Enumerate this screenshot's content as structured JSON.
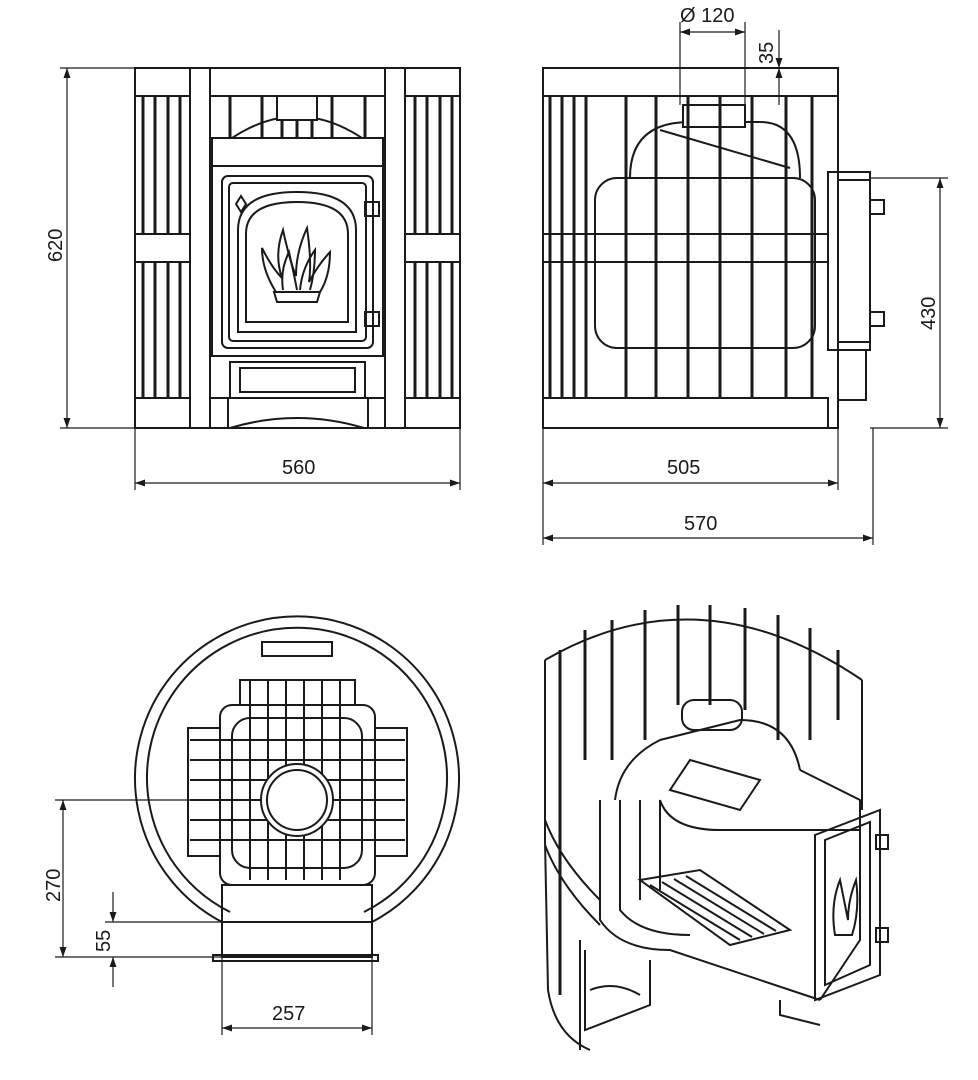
{
  "dimensions": {
    "front_height": "620",
    "front_width": "560",
    "side_flue_diameter": "Ø 120",
    "side_flue_offset": "35",
    "side_door_height": "430",
    "side_body_depth": "505",
    "side_total_depth": "570",
    "plan_flue_offset": "270",
    "plan_tunnel_offset": "55",
    "plan_tunnel_width": "257"
  }
}
